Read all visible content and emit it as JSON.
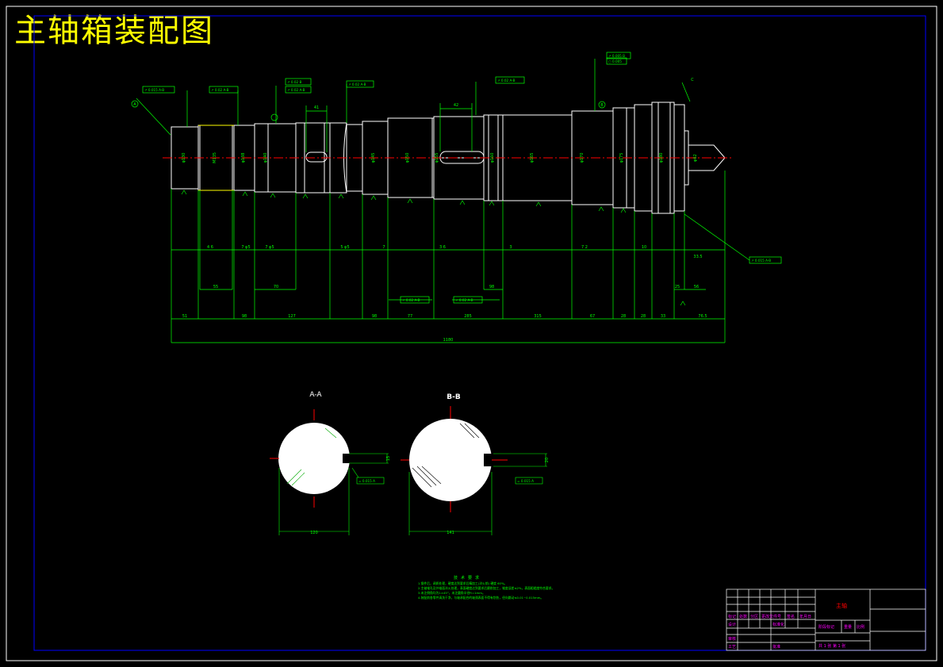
{
  "title": "主轴箱装配图",
  "section_labels": {
    "a": "A-A",
    "b": "B-B"
  },
  "section_dims": {
    "a_width": "120",
    "b_width": "141",
    "a_key": "15",
    "b_key": "20"
  },
  "dims_row1": [
    "4 6",
    "7 φ5",
    "7 φ5",
    "5 φ5",
    "7",
    "3 6",
    "3",
    "7 2",
    "10",
    "33.5"
  ],
  "dims_row2": [
    "55",
    "70",
    "98",
    "25",
    "56"
  ],
  "dims_row3": [
    "51",
    "98",
    "127",
    "98",
    "77",
    "285",
    "315",
    "67",
    "28",
    "28",
    "33",
    "76.5"
  ],
  "dims_top": [
    "41",
    "42"
  ],
  "total_length": "1180",
  "diameters": [
    "φ130",
    "M135",
    "φ138",
    "φ140",
    "φ145",
    "φ150",
    "φ155",
    "φ160",
    "φ165",
    "φ170",
    "φ175",
    "φ180",
    "φ62"
  ],
  "datum_labels": [
    "A",
    "B",
    "C"
  ],
  "tolerance_frames": [
    "↗ 0.015 A-B",
    "↗ 0.02 A-B",
    "↗ 0.02 B",
    "↗ 0.02 A-B",
    "↗ 0.02 A-B",
    "↗ 0.005 B",
    "○ 0.005",
    "↗ 0.015 A-B",
    "↗ 0.02 A-B",
    "↗ 0.02 A-B",
    "= 0.015 A",
    "= 0.015 A"
  ],
  "notes": {
    "heading": "技术要求",
    "lines": [
      "1.锻件后，调质处理，硬度达到要求后精加工(淬火前) 硬度 60%。",
      "2.主轴锥孔及外锥面淬火处理，表面硬度达到要求后磨削加工，锥度误差≤2%，表面粗糙度符合要求。",
      "3.未注倒角均为1×45°，未注圆角半径R=1mm。",
      "4.装配前各零件清洗干净，与轴承配合的轴颈表面不得有划伤，径向跳动≤0.01~0.015mm。"
    ]
  },
  "title_block": {
    "part_name": "主轴",
    "col_headers": [
      "标记",
      "处数",
      "分区",
      "更改文件号",
      "签名",
      "年月日"
    ],
    "row_design": [
      "设计",
      "标准化"
    ],
    "row_check": [
      "审核"
    ],
    "row_process": [
      "工艺",
      "批准"
    ],
    "stage_headers": [
      "阶段标记",
      "重量",
      "比例"
    ],
    "sheet": "共 1 张  第 1 张"
  },
  "colors": {
    "background": "#000000",
    "outline": "#ffffff",
    "dimension": "#00ff00",
    "centerline": "#ff0000",
    "frame": "#0000ff",
    "title": "#ffff00",
    "magenta": "#ff00ff"
  }
}
